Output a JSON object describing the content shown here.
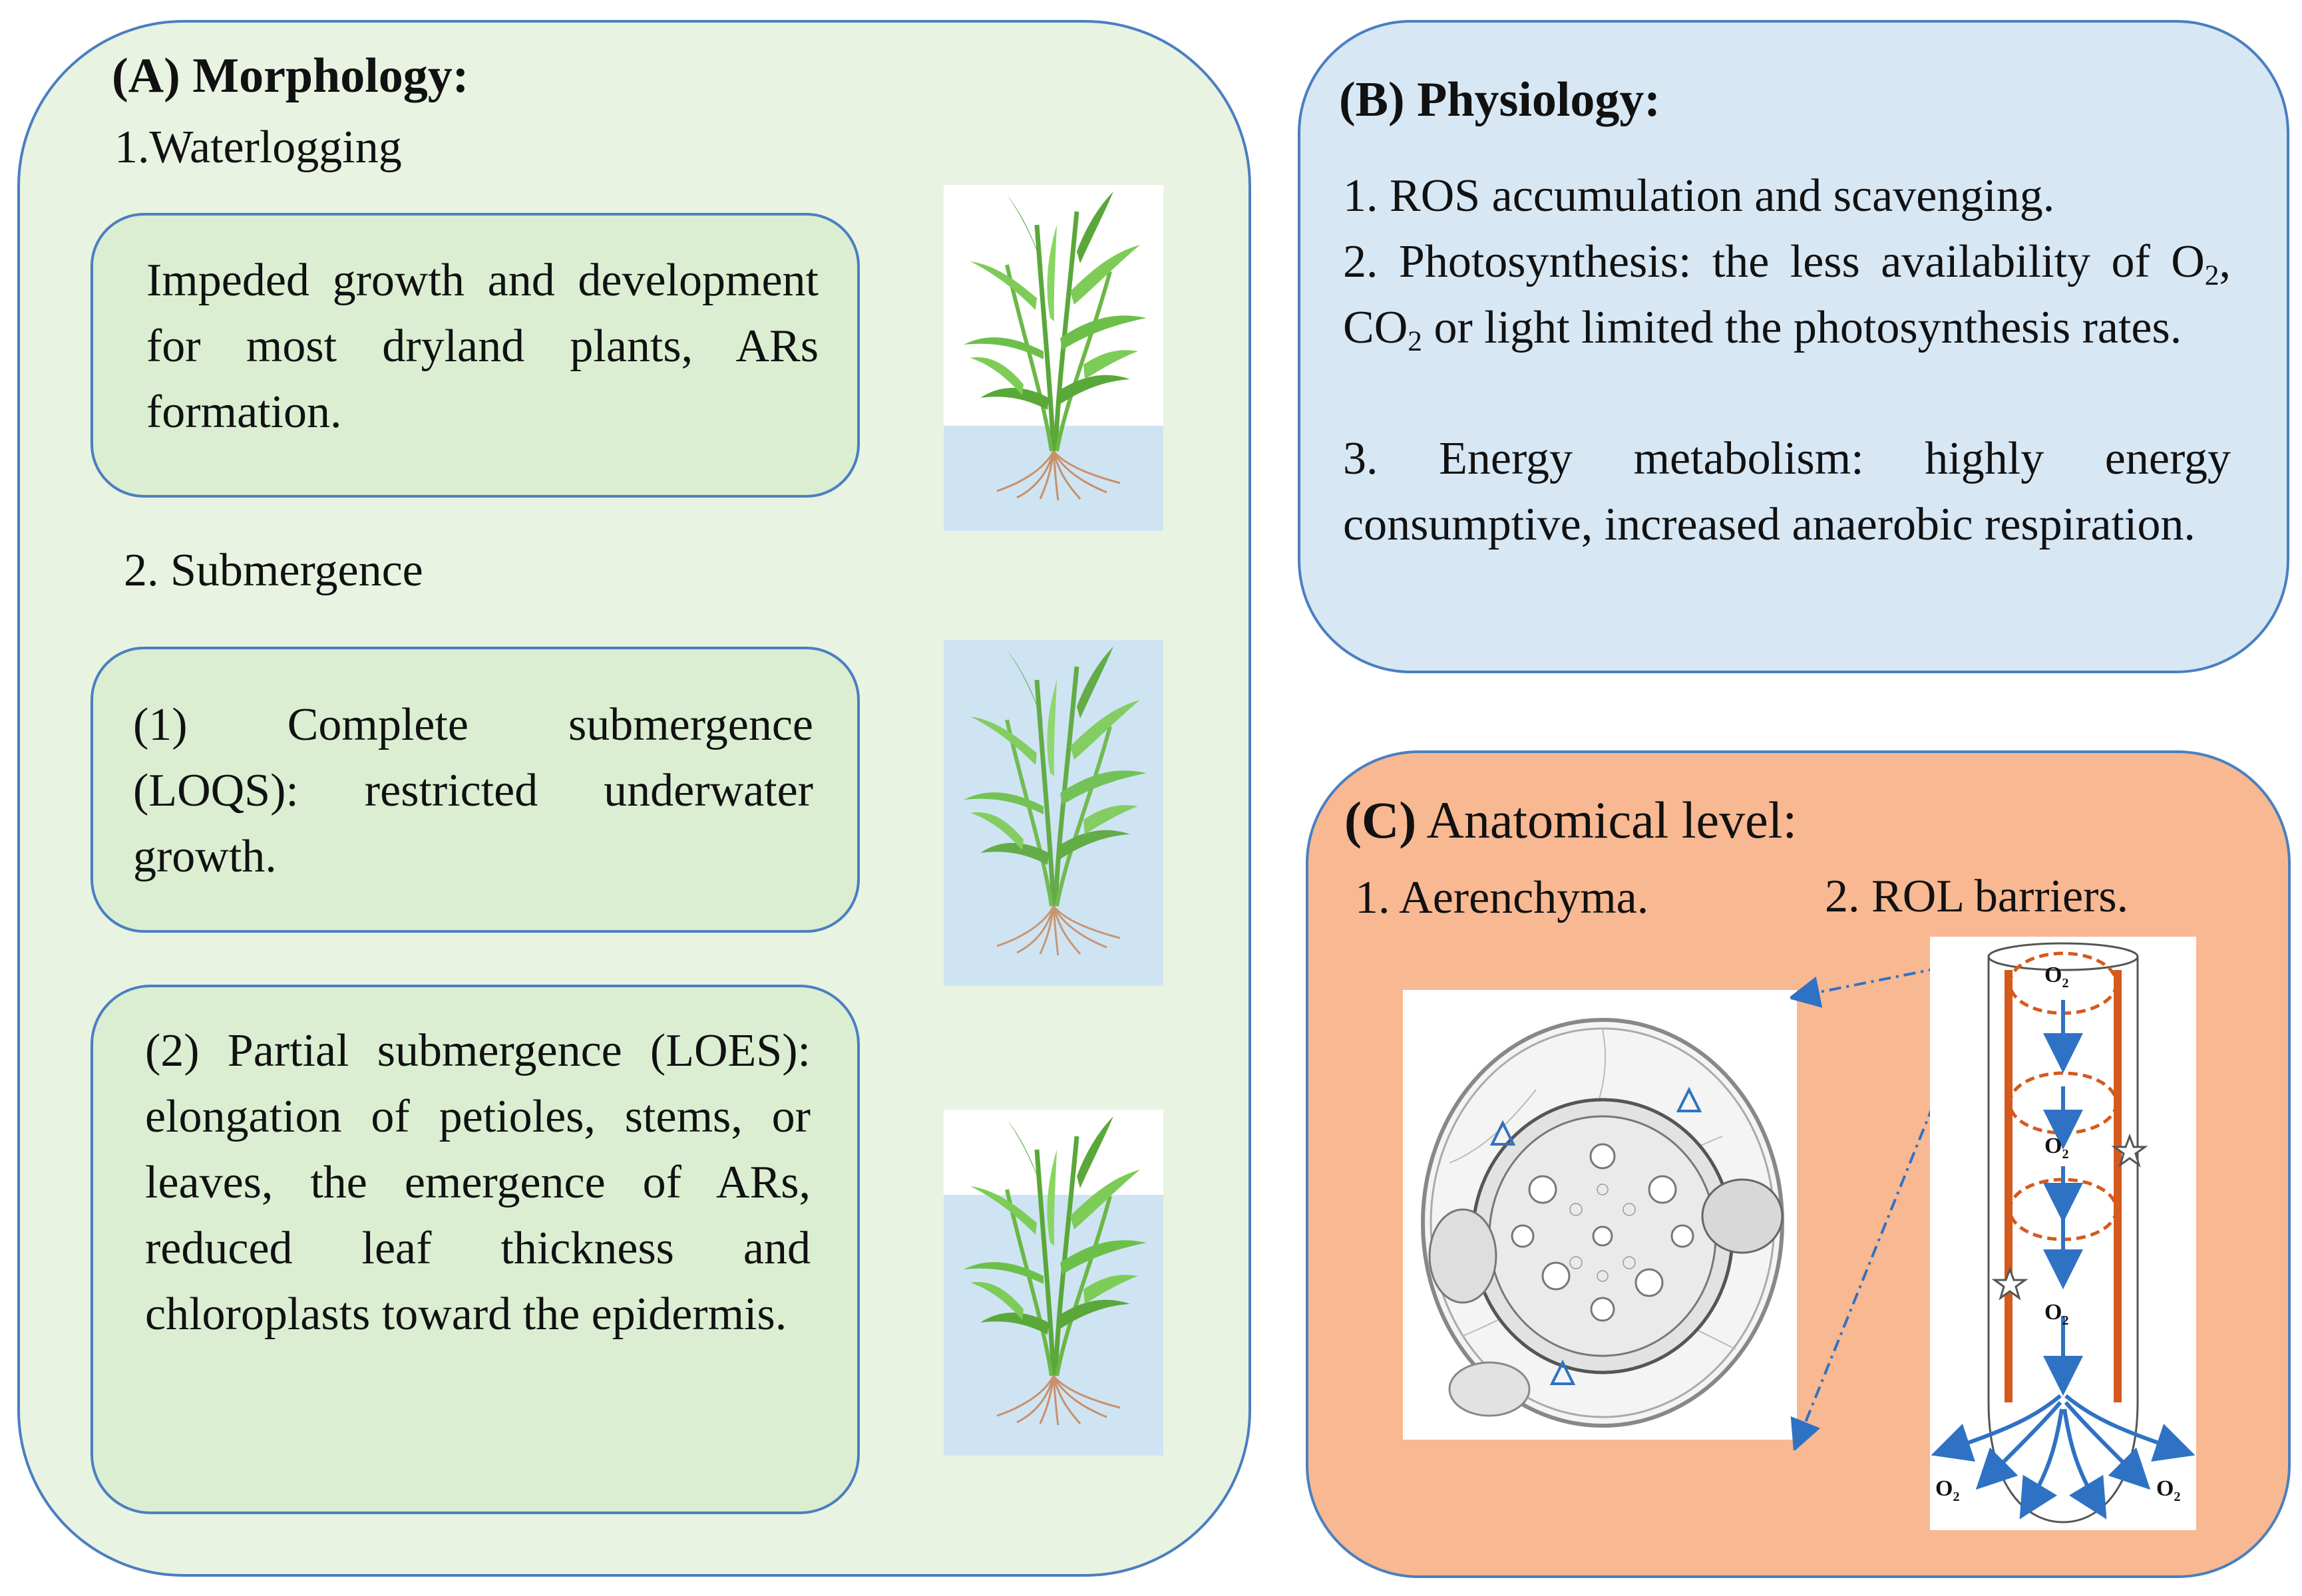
{
  "panel_a": {
    "title": "(A) Morphology:",
    "waterlogging": "1.Waterlogging",
    "box1": "Impeded growth and development for most dryland plants, ARs formation.",
    "submergence": "2. Submergence",
    "box2": "(1) Complete submergence (LOQS): restricted underwater growth.",
    "box3": "(2) Partial submergence (LOES): elongation of petioles, stems, or leaves, the emergence of ARs, reduced leaf thickness and chloroplasts toward the epidermis."
  },
  "panel_b": {
    "title": "(B) Physiology:",
    "item1": "1. ROS accumulation and scavenging.",
    "item2_part1": "2. Photosynthesis: the less availability of O",
    "item2_sub1": "2",
    "item2_part2": ", CO",
    "item2_sub2": "2",
    "item2_part3": " or light limited the photosynthesis rates.",
    "item3": "3. Energy metabolism: highly energy consumptive, increased anaerobic respiration."
  },
  "panel_c": {
    "title_bold": "(C)",
    "title_rest": "Anatomical level:",
    "item1": "1. Aerenchyma.",
    "item2": "2. ROL barriers.",
    "o2_base": "O",
    "o2_sub": "2"
  },
  "colors": {
    "panel_a_fill": "#e9f3e2",
    "panel_a_border": "#4a7fc1",
    "inner_box_fill": "#dbeed2",
    "panel_b_fill": "#d7e7f4",
    "panel_c_fill": "#f8b892",
    "water": "#cfe4f3",
    "barrier": "#d45a1d",
    "arrow": "#2f72c3"
  }
}
